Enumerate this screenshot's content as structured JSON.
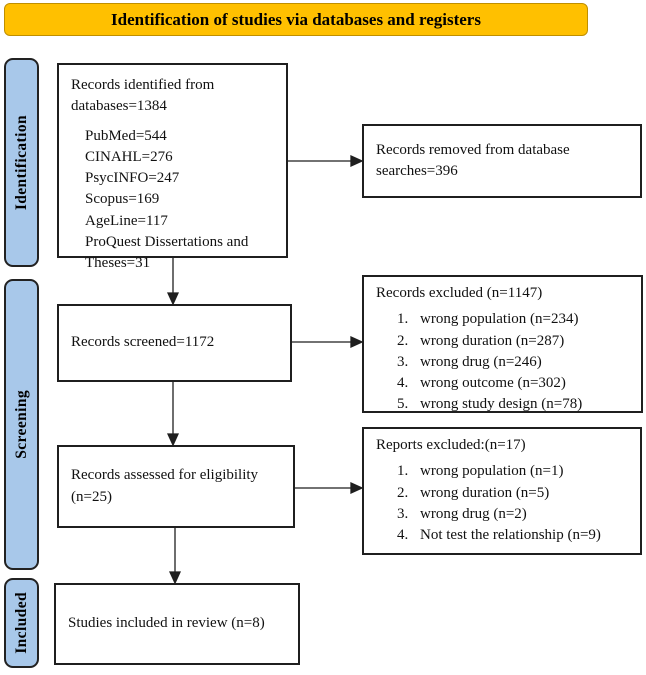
{
  "banner": {
    "title": "Identification of studies via databases and registers",
    "bg_color": "#FFC000",
    "border_color": "#BF8F00"
  },
  "sidebar": {
    "bg_color": "#A8C8EA",
    "items": [
      {
        "label": "Identification"
      },
      {
        "label": "Screening"
      },
      {
        "label": "Included"
      }
    ]
  },
  "flow": {
    "records_identified": {
      "intro": "Records identified from databases=1384",
      "sources": [
        "PubMed=544",
        "CINAHL=276",
        "PsycINFO=247",
        "Scopus=169",
        "AgeLine=117",
        "ProQuest Dissertations  and Theses=31"
      ]
    },
    "records_removed": {
      "text": "Records removed from database searches=396"
    },
    "records_screened": {
      "text": "Records screened=1172"
    },
    "records_excluded": {
      "title": "Records excluded (n=1147)",
      "reasons": [
        "wrong population (n=234)",
        "wrong duration (n=287)",
        "wrong drug (n=246)",
        "wrong outcome (n=302)",
        "wrong study design (n=78)"
      ]
    },
    "records_assessed": {
      "text": "Records assessed for eligibility (n=25)"
    },
    "reports_excluded": {
      "title": "Reports excluded:(n=17)",
      "reasons": [
        "wrong population (n=1)",
        "wrong duration (n=5)",
        "wrong drug (n=2)",
        "Not test the relationship (n=9)"
      ]
    },
    "studies_included": {
      "text": "Studies included in review (n=8)"
    }
  }
}
